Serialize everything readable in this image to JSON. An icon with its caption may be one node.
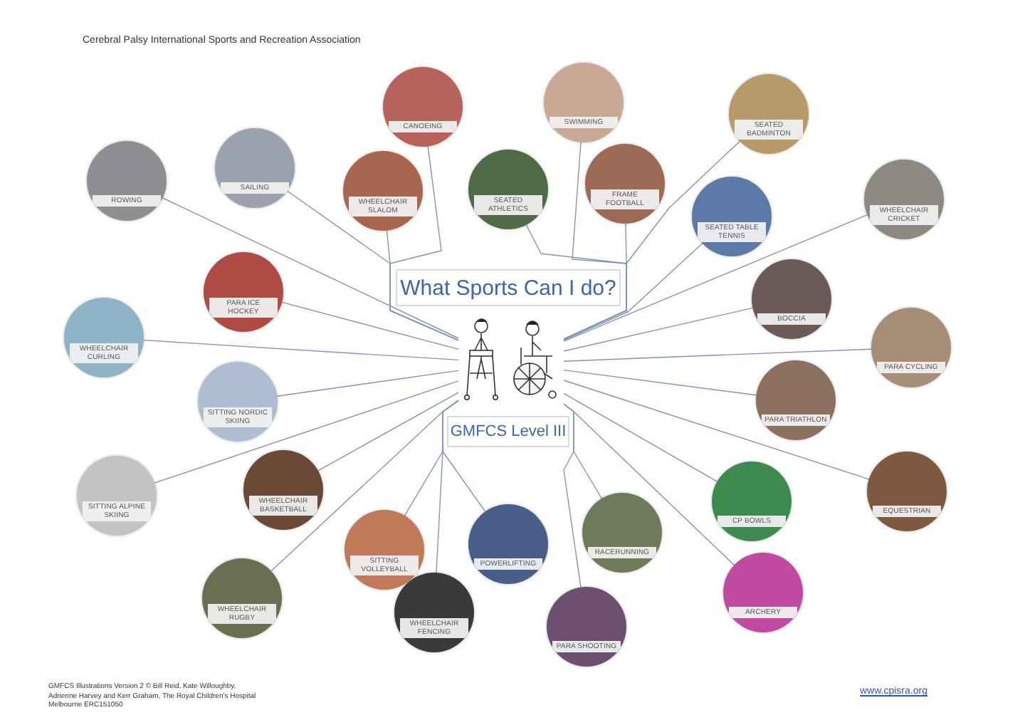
{
  "diagram": {
    "nodes": [
      {
        "text": [
          "What Sports Can I do?"
        ]
      },
      {
        "text": [],
        "shape": "picture"
      },
      {
        "text": [
          "GMFCS Level III"
        ]
      },
      {
        "text": [
          "CANOEING"
        ]
      },
      {
        "text": [
          "SWIMMING"
        ]
      },
      {
        "text": [
          "SEATED BADMINTON"
        ]
      },
      {
        "text": [
          "SAILING"
        ]
      },
      {
        "text": [
          "ROWING"
        ]
      },
      {
        "text": [
          "WHEELCHAIR SLALOM"
        ]
      },
      {
        "text": [
          "SEATED ATHLETICS"
        ]
      },
      {
        "text": [
          "FRAME FOOTBALL"
        ]
      },
      {
        "text": [
          "SEATED TABLE TENNIS"
        ]
      },
      {
        "text": [
          "WHEELCHAIR CRICKET"
        ]
      },
      {
        "text": [
          "PARA ICE HOCKEY"
        ]
      },
      {
        "text": [
          "BOCCIA"
        ]
      },
      {
        "text": [
          "WHEELCHAIR CURLING"
        ]
      },
      {
        "text": [
          "PARA CYCLING"
        ]
      },
      {
        "text": [
          "SITTING NORDIC SKIING"
        ]
      },
      {
        "text": [
          "PARA TRIATHLON"
        ]
      },
      {
        "text": [
          "CP BOWLS"
        ]
      },
      {
        "text": [
          "EQUESTRIAN"
        ]
      },
      {
        "text": [
          "SITTING ALPINE SKIING"
        ]
      },
      {
        "text": [
          "WHEELCHAIR BASKETBALL"
        ]
      },
      {
        "text": [
          "SITTING VOLLEYBALL"
        ]
      },
      {
        "text": [
          "POWERLIFTING"
        ]
      },
      {
        "text": [
          "RACERUNNING"
        ]
      },
      {
        "text": [
          "WHEELCHAIR RUGBY"
        ]
      },
      {
        "text": [
          "WHEELCHAIR FENCING"
        ]
      },
      {
        "text": [
          "PARA SHOOTING"
        ]
      },
      {
        "text": [
          "ARCHERY"
        ]
      }
    ],
    "edges": [
      {
        "from": 1,
        "to": 3,
        "arrow": "none"
      },
      {
        "from": 1,
        "to": 4,
        "arrow": "none"
      },
      {
        "from": 1,
        "to": 5,
        "arrow": "none"
      },
      {
        "from": 1,
        "to": 6,
        "arrow": "none"
      },
      {
        "from": 1,
        "to": 7,
        "arrow": "none"
      },
      {
        "from": 1,
        "to": 8,
        "arrow": "none"
      },
      {
        "from": 1,
        "to": 9,
        "arrow": "none"
      },
      {
        "from": 1,
        "to": 10,
        "arrow": "none"
      },
      {
        "from": 1,
        "to": 11,
        "arrow": "none"
      },
      {
        "from": 1,
        "to": 12,
        "arrow": "none"
      },
      {
        "from": 1,
        "to": 13,
        "arrow": "none"
      },
      {
        "from": 1,
        "to": 14,
        "arrow": "none"
      },
      {
        "from": 1,
        "to": 15,
        "arrow": "none"
      },
      {
        "from": 1,
        "to": 16,
        "arrow": "none"
      },
      {
        "from": 1,
        "to": 17,
        "arrow": "none"
      },
      {
        "from": 1,
        "to": 18,
        "arrow": "none"
      },
      {
        "from": 1,
        "to": 19,
        "arrow": "none"
      },
      {
        "from": 1,
        "to": 20,
        "arrow": "none"
      },
      {
        "from": 1,
        "to": 21,
        "arrow": "none"
      },
      {
        "from": 1,
        "to": 22,
        "arrow": "none"
      },
      {
        "from": 1,
        "to": 23,
        "arrow": "none"
      },
      {
        "from": 1,
        "to": 24,
        "arrow": "none"
      },
      {
        "from": 1,
        "to": 25,
        "arrow": "none"
      },
      {
        "from": 1,
        "to": 26,
        "arrow": "none"
      },
      {
        "from": 1,
        "to": 27,
        "arrow": "none"
      },
      {
        "from": 1,
        "to": 28,
        "arrow": "none"
      },
      {
        "from": 1,
        "to": 29,
        "arrow": "none"
      }
    ],
    "labels": [
      "Cerebral Palsy International Sports and Recreation Association",
      "GMFCS Illustrations Version 2 © Bill Reid, Kate Willoughby, Adrienne Harvey and Kerr Graham, The Royal Children's Hospital Melbourne ERC151050",
      "www.cpisra.org"
    ]
  }
}
